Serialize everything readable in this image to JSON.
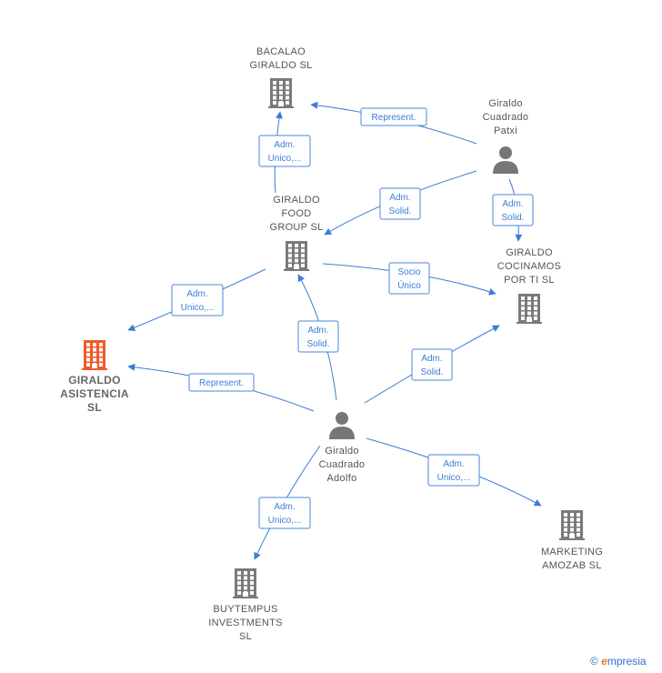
{
  "colors": {
    "accent": "#3b7dd8",
    "company": "#7a7a7a",
    "center_company": "#f05a28",
    "person": "#777777"
  },
  "nodes": {
    "bacalao": {
      "type": "company",
      "lines": [
        "BACALAO",
        "GIRALDO SL"
      ]
    },
    "food": {
      "type": "company",
      "lines": [
        "GIRALDO",
        "FOOD",
        "GROUP  SL"
      ]
    },
    "cocinamos": {
      "type": "company",
      "lines": [
        "GIRALDO",
        "COCINAMOS",
        "POR TI  SL"
      ]
    },
    "asistencia": {
      "type": "company",
      "center": true,
      "lines": [
        "GIRALDO",
        "ASISTENCIA",
        "SL"
      ]
    },
    "marketing": {
      "type": "company",
      "lines": [
        "MARKETING",
        "AMOZAB SL"
      ]
    },
    "buytempus": {
      "type": "company",
      "lines": [
        "BUYTEMPUS",
        "INVESTMENTS",
        "SL"
      ]
    },
    "patxi": {
      "type": "person",
      "lines": [
        "Giraldo",
        "Cuadrado",
        "Patxi"
      ]
    },
    "adolfo": {
      "type": "person",
      "lines": [
        "Giraldo",
        "Cuadrado",
        "Adolfo"
      ]
    }
  },
  "relations": [
    {
      "id": "patxi-bacalao",
      "lines": [
        "Represent."
      ]
    },
    {
      "id": "food-bacalao",
      "lines": [
        "Adm.",
        "Unico,..."
      ]
    },
    {
      "id": "patxi-food",
      "lines": [
        "Adm.",
        "Solid."
      ]
    },
    {
      "id": "patxi-cocinamos",
      "lines": [
        "Adm.",
        "Solid."
      ]
    },
    {
      "id": "food-cocinamos",
      "lines": [
        "Socio",
        "Único"
      ]
    },
    {
      "id": "food-asistencia",
      "lines": [
        "Adm.",
        "Unico,..."
      ]
    },
    {
      "id": "adolfo-food",
      "lines": [
        "Adm.",
        "Solid."
      ]
    },
    {
      "id": "adolfo-asistencia",
      "lines": [
        "Represent."
      ]
    },
    {
      "id": "adolfo-cocinamos",
      "lines": [
        "Adm.",
        "Solid."
      ]
    },
    {
      "id": "adolfo-marketing",
      "lines": [
        "Adm.",
        "Unico,..."
      ]
    },
    {
      "id": "adolfo-buytempus",
      "lines": [
        "Adm.",
        "Unico,..."
      ]
    }
  ],
  "footer": {
    "copyright": "©",
    "brand_first": "e",
    "brand_rest": "mpresia"
  }
}
